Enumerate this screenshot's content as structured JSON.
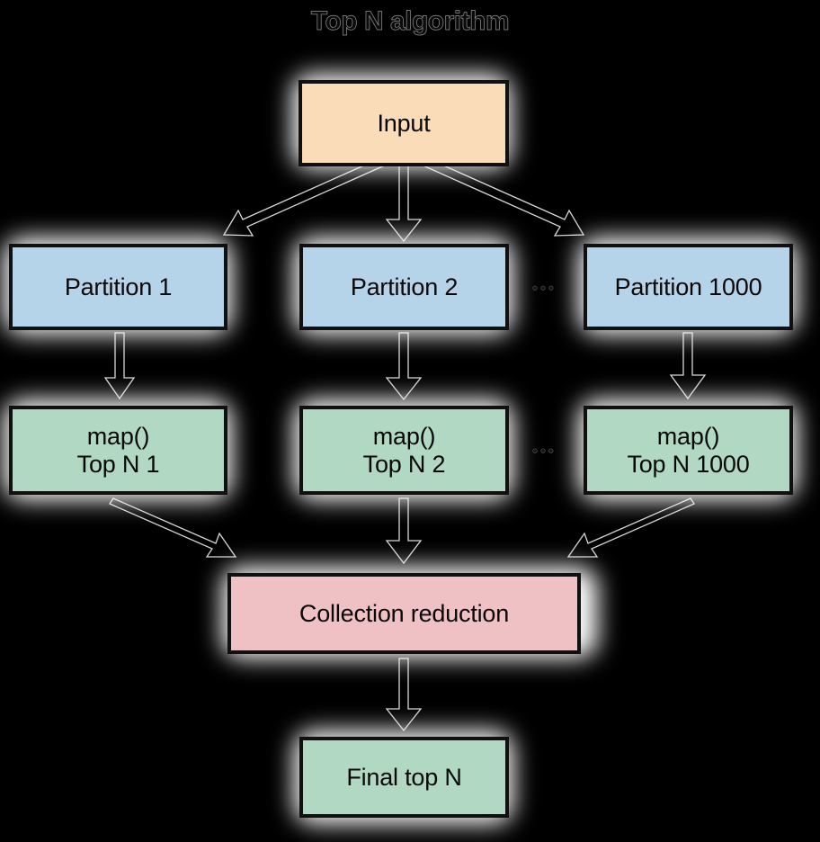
{
  "title": "Top N algorithm",
  "colors": {
    "background": "#000000",
    "input_fill": "#fbdcb8",
    "partition_fill": "#b6d4e9",
    "map_fill": "#b0d8c3",
    "reduce_fill": "#efc1c5",
    "border": "#101010",
    "glow": "#ffffff",
    "text": "#080808"
  },
  "nodes": {
    "input": {
      "label": "Input"
    },
    "partitions": [
      {
        "label": "Partition 1"
      },
      {
        "label": "Partition 2"
      },
      {
        "label": "Partition 1000"
      }
    ],
    "maps": [
      {
        "line1": "map()",
        "line2": "Top N 1"
      },
      {
        "line1": "map()",
        "line2": "Top N 2"
      },
      {
        "line1": "map()",
        "line2": "Top N 1000"
      }
    ],
    "reduce": {
      "label": "Collection reduction"
    },
    "final": {
      "label": "Final top N"
    }
  },
  "ellipses": {
    "partition_row": "•••",
    "map_row": "•••"
  },
  "chart_data": {
    "type": "diagram",
    "title": "Top N algorithm",
    "layout": "top-down flowchart",
    "nodes": [
      {
        "id": "input",
        "label": "Input",
        "fill": "#fbdcb8"
      },
      {
        "id": "part1",
        "label": "Partition 1",
        "fill": "#b6d4e9"
      },
      {
        "id": "part2",
        "label": "Partition 2",
        "fill": "#b6d4e9"
      },
      {
        "id": "part1000",
        "label": "Partition 1000",
        "fill": "#b6d4e9"
      },
      {
        "id": "map1",
        "label": "map() Top N 1",
        "fill": "#b0d8c3"
      },
      {
        "id": "map2",
        "label": "map() Top N 2",
        "fill": "#b0d8c3"
      },
      {
        "id": "map1000",
        "label": "map() Top N 1000",
        "fill": "#b0d8c3"
      },
      {
        "id": "reduce",
        "label": "Collection reduction",
        "fill": "#efc1c5"
      },
      {
        "id": "final",
        "label": "Final top N",
        "fill": "#b0d8c3"
      }
    ],
    "edges": [
      {
        "from": "input",
        "to": "part1"
      },
      {
        "from": "input",
        "to": "part2"
      },
      {
        "from": "input",
        "to": "part1000"
      },
      {
        "from": "part1",
        "to": "map1"
      },
      {
        "from": "part2",
        "to": "map2"
      },
      {
        "from": "part1000",
        "to": "map1000"
      },
      {
        "from": "map1",
        "to": "reduce"
      },
      {
        "from": "map2",
        "to": "reduce"
      },
      {
        "from": "map1000",
        "to": "reduce"
      },
      {
        "from": "reduce",
        "to": "final"
      }
    ]
  }
}
